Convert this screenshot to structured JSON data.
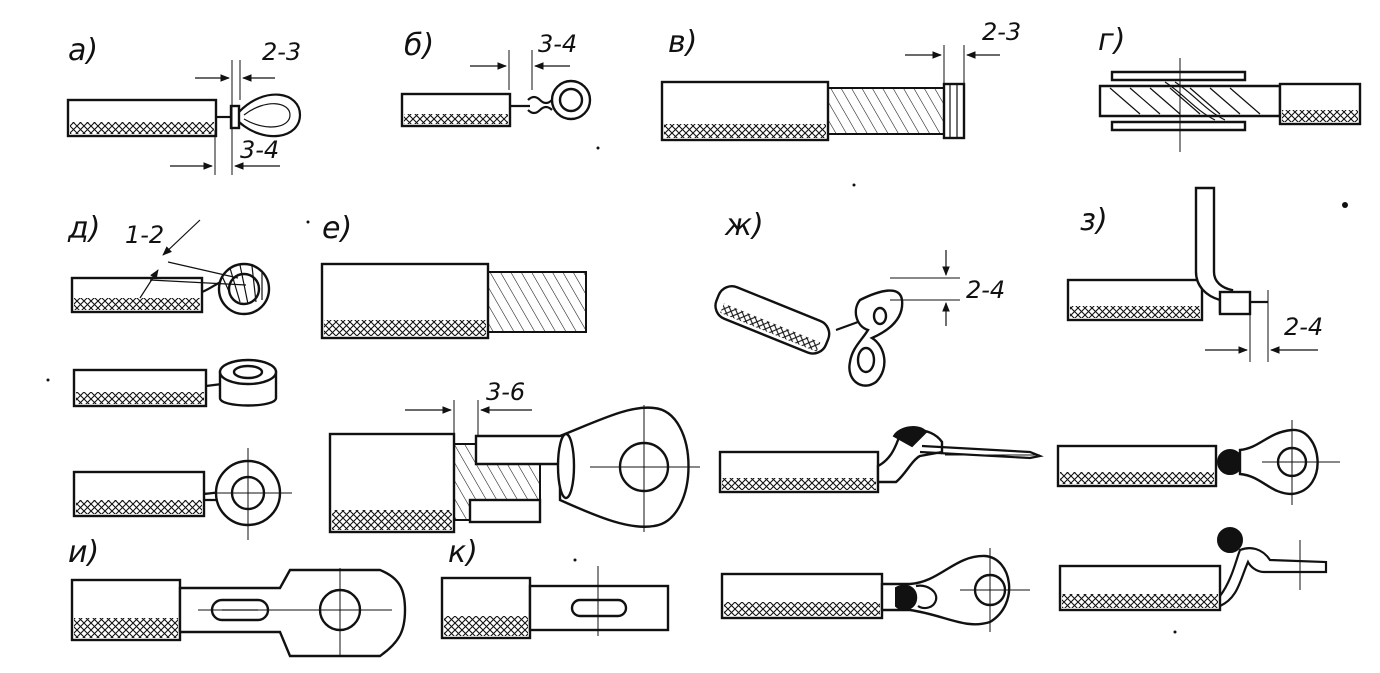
{
  "labels": {
    "a": "а)",
    "b": "б)",
    "v": "в)",
    "g": "г)",
    "d": "д)",
    "e": "е)",
    "zh": "ж)",
    "z": "з)",
    "i": "и)",
    "k": "к)"
  },
  "dimensions": {
    "a_top": "2-3",
    "a_bottom": "3-4",
    "b_top": "3-4",
    "v_top": "2-3",
    "d_angle": "1-2",
    "e_gap": "3-6",
    "zh_right": "2-4",
    "z_bottom": "2-4"
  },
  "colors": {
    "ink": "#111111",
    "paper": "#ffffff"
  }
}
